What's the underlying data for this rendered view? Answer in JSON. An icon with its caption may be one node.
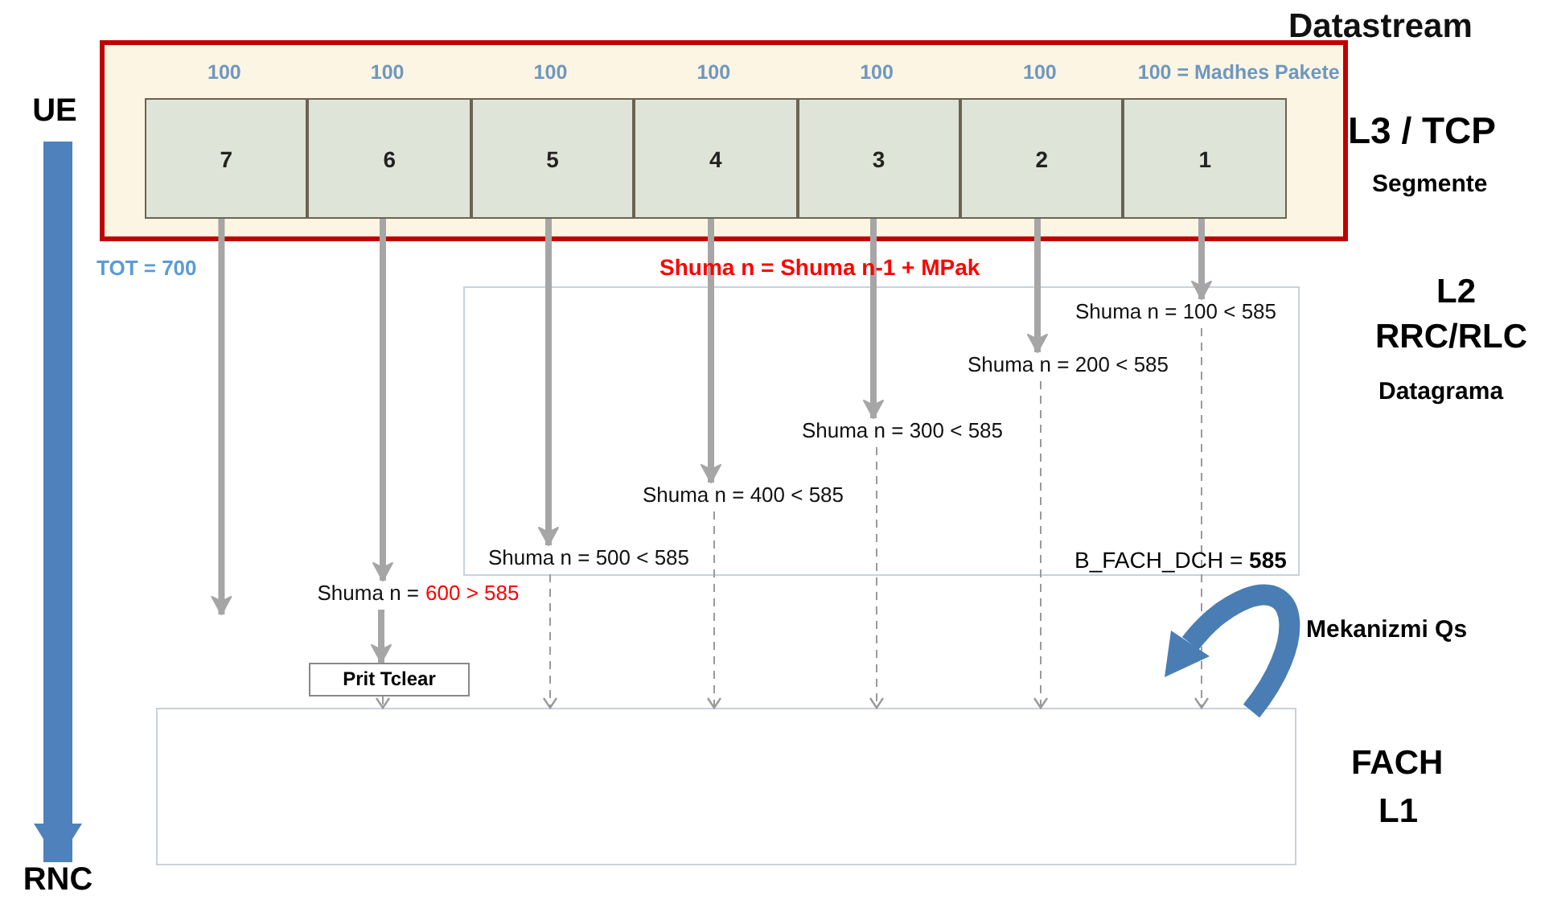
{
  "diagram": {
    "nodes": [
      {
        "text": [
          "Datastream"
        ]
      },
      {
        "text": [
          "7"
        ],
        "in": 0,
        "beside": [
          "100"
        ]
      },
      {
        "text": [
          "6"
        ],
        "in": 0,
        "beside": [
          "100"
        ]
      },
      {
        "text": [
          "5"
        ],
        "in": 0,
        "beside": [
          "100"
        ]
      },
      {
        "text": [
          "4"
        ],
        "in": 0,
        "beside": [
          "100"
        ]
      },
      {
        "text": [
          "3"
        ],
        "in": 0,
        "beside": [
          "100"
        ]
      },
      {
        "text": [
          "2"
        ],
        "in": 0,
        "beside": [
          "100"
        ]
      },
      {
        "text": [
          "1"
        ],
        "in": 0,
        "beside": [
          "100 = Madhes Pakete"
        ]
      },
      {
        "text": [],
        "shape": "box"
      },
      {
        "text": [
          "Shuma n = 100 < 585"
        ],
        "in": 8
      },
      {
        "text": [
          "Shuma n = 200 < 585"
        ],
        "in": 8
      },
      {
        "text": [
          "Shuma n = 300 < 585"
        ],
        "in": 8
      },
      {
        "text": [
          "Shuma n = 400 < 585"
        ],
        "in": 8
      },
      {
        "text": [
          "Shuma n = 500 < 585"
        ],
        "in": 8
      },
      {
        "text": [
          "Shuma n =",
          "600 > 585"
        ]
      },
      {
        "text": [
          "Prit Tclear"
        ]
      },
      {
        "text": [],
        "shape": "box"
      },
      {
        "text": [
          "UE"
        ]
      },
      {
        "text": [
          "RNC"
        ]
      }
    ],
    "edges": [
      {
        "from": 1,
        "to": null,
        "arrow": "to"
      },
      {
        "from": 2,
        "to": 14,
        "arrow": "to"
      },
      {
        "from": 3,
        "to": 13,
        "arrow": "to"
      },
      {
        "from": 4,
        "to": 12,
        "arrow": "to"
      },
      {
        "from": 5,
        "to": 11,
        "arrow": "to"
      },
      {
        "from": 6,
        "to": 10,
        "arrow": "to"
      },
      {
        "from": 7,
        "to": 9,
        "arrow": "to"
      },
      {
        "from": 14,
        "to": 15,
        "arrow": "to"
      },
      {
        "from": 15,
        "to": 16,
        "arrow": "to",
        "style": "dashed"
      },
      {
        "from": 13,
        "to": 16,
        "arrow": "to",
        "style": "dashed"
      },
      {
        "from": 12,
        "to": 16,
        "arrow": "to",
        "style": "dashed"
      },
      {
        "from": 11,
        "to": 16,
        "arrow": "to",
        "style": "dashed"
      },
      {
        "from": 10,
        "to": 16,
        "arrow": "to",
        "style": "dashed"
      },
      {
        "from": 9,
        "to": 16,
        "arrow": "to",
        "style": "dashed"
      },
      {
        "from": 17,
        "to": 18,
        "arrow": "to",
        "style": "thick",
        "color": "#4f81bd"
      }
    ],
    "labels": [
      "TOT = 700",
      "Shuma n = Shuma n-1 + MPak",
      "L3 / TCP",
      "Segmente",
      "L2",
      "RRC/RLC",
      "Datagrama",
      "B_FACH_DCH = **585**",
      "Mekanizmi Qs",
      "FACH",
      "L1"
    ]
  }
}
